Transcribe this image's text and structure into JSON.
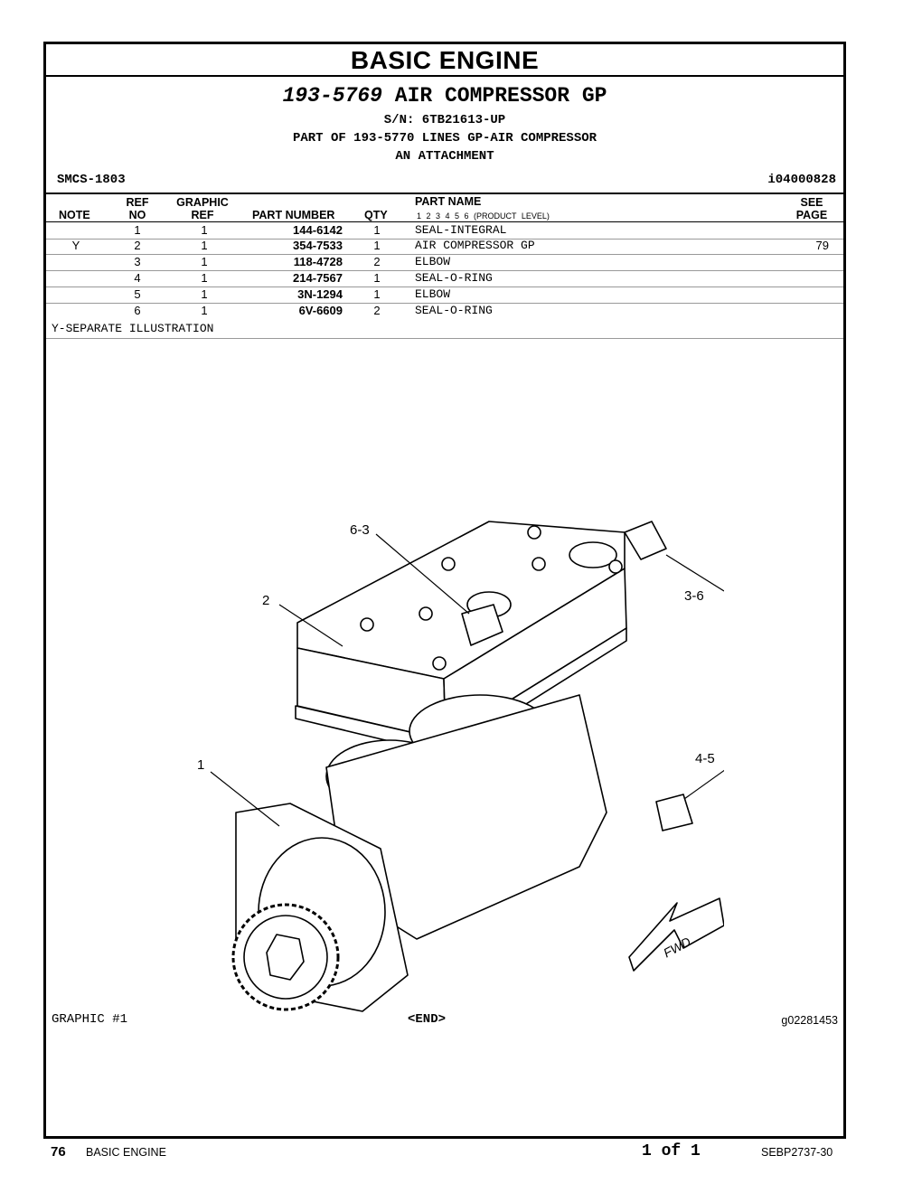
{
  "section_title": "BASIC ENGINE",
  "group": {
    "part_number": "193-5769",
    "name": "AIR COMPRESSOR GP",
    "serial": "S/N: 6TB21613-UP",
    "part_of": "PART OF 193-5770 LINES GP-AIR COMPRESSOR",
    "attachment": "AN ATTACHMENT"
  },
  "smcs": "SMCS-1803",
  "ident": "i04000828",
  "columns": {
    "note": "NOTE",
    "ref_no_1": "REF",
    "ref_no_2": "NO",
    "graphic_ref_1": "GRAPHIC",
    "graphic_ref_2": "REF",
    "part_number": "PART NUMBER",
    "qty": "QTY",
    "part_name": "PART NAME",
    "product_level": "1 2 3 4 5 6 (PRODUCT LEVEL)",
    "see_page_1": "SEE",
    "see_page_2": "PAGE"
  },
  "parts": [
    {
      "note": "",
      "ref_no": "1",
      "graphic_ref": "1",
      "part_number": "144-6142",
      "qty": "1",
      "part_name": "SEAL-INTEGRAL",
      "see_page": ""
    },
    {
      "note": "Y",
      "ref_no": "2",
      "graphic_ref": "1",
      "part_number": "354-7533",
      "qty": "1",
      "part_name": "AIR COMPRESSOR GP",
      "see_page": "79"
    },
    {
      "note": "",
      "ref_no": "3",
      "graphic_ref": "1",
      "part_number": "118-4728",
      "qty": "2",
      "part_name": "ELBOW",
      "see_page": ""
    },
    {
      "note": "",
      "ref_no": "4",
      "graphic_ref": "1",
      "part_number": "214-7567",
      "qty": "1",
      "part_name": "SEAL-O-RING",
      "see_page": ""
    },
    {
      "note": "",
      "ref_no": "5",
      "graphic_ref": "1",
      "part_number": "3N-1294",
      "qty": "1",
      "part_name": "ELBOW",
      "see_page": ""
    },
    {
      "note": "",
      "ref_no": "6",
      "graphic_ref": "1",
      "part_number": "6V-6609",
      "qty": "2",
      "part_name": "SEAL-O-RING",
      "see_page": ""
    }
  ],
  "footnote": "Y-SEPARATE ILLUSTRATION",
  "illustration": {
    "callouts": [
      "6-3",
      "2",
      "3-6",
      "1",
      "4-5"
    ],
    "direction_label": "FWD",
    "graphic_label": "GRAPHIC #1",
    "end_label": "<END>",
    "graphic_number": "g02281453"
  },
  "footer": {
    "page_number": "76",
    "section": "BASIC ENGINE",
    "page_of": "1 of 1",
    "doc_id": "SEBP2737-30"
  }
}
